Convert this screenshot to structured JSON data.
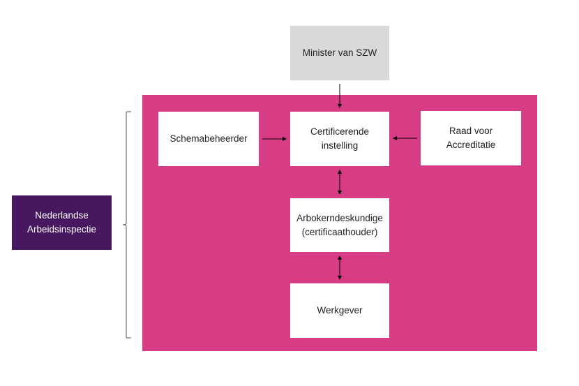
{
  "diagram": {
    "colors": {
      "scope_region": "#d63d84",
      "minister_box": "#d9d9d9",
      "inspectorate_box": "#47185f",
      "inner_box": "#ffffff",
      "connector": "#000000"
    },
    "nodes": {
      "minister": "Minister van SZW",
      "schemabeheerder": "Schemabeheerder",
      "certificerende_instelling": "Certificerende instelling",
      "raad_voor_accreditatie": "Raad voor Accreditatie",
      "arbokerndeskundige": "Arbokerndeskundige (certificaathouder)",
      "werkgever": "Werkgever",
      "inspectie": "Nederlandse Arbeidsinspectie"
    },
    "edges": [
      {
        "from": "Minister van SZW",
        "to": "Certificerende instelling",
        "direction": "one-way"
      },
      {
        "from": "Schemabeheerder",
        "to": "Certificerende instelling",
        "direction": "one-way"
      },
      {
        "from": "Raad voor Accreditatie",
        "to": "Certificerende instelling",
        "direction": "one-way"
      },
      {
        "from": "Certificerende instelling",
        "to": "Arbokerndeskundige (certificaathouder)",
        "direction": "two-way"
      },
      {
        "from": "Arbokerndeskundige (certificaathouder)",
        "to": "Werkgever",
        "direction": "two-way"
      }
    ],
    "bracket": {
      "from": "Nederlandse Arbeidsinspectie",
      "spans": "certification system region"
    }
  }
}
